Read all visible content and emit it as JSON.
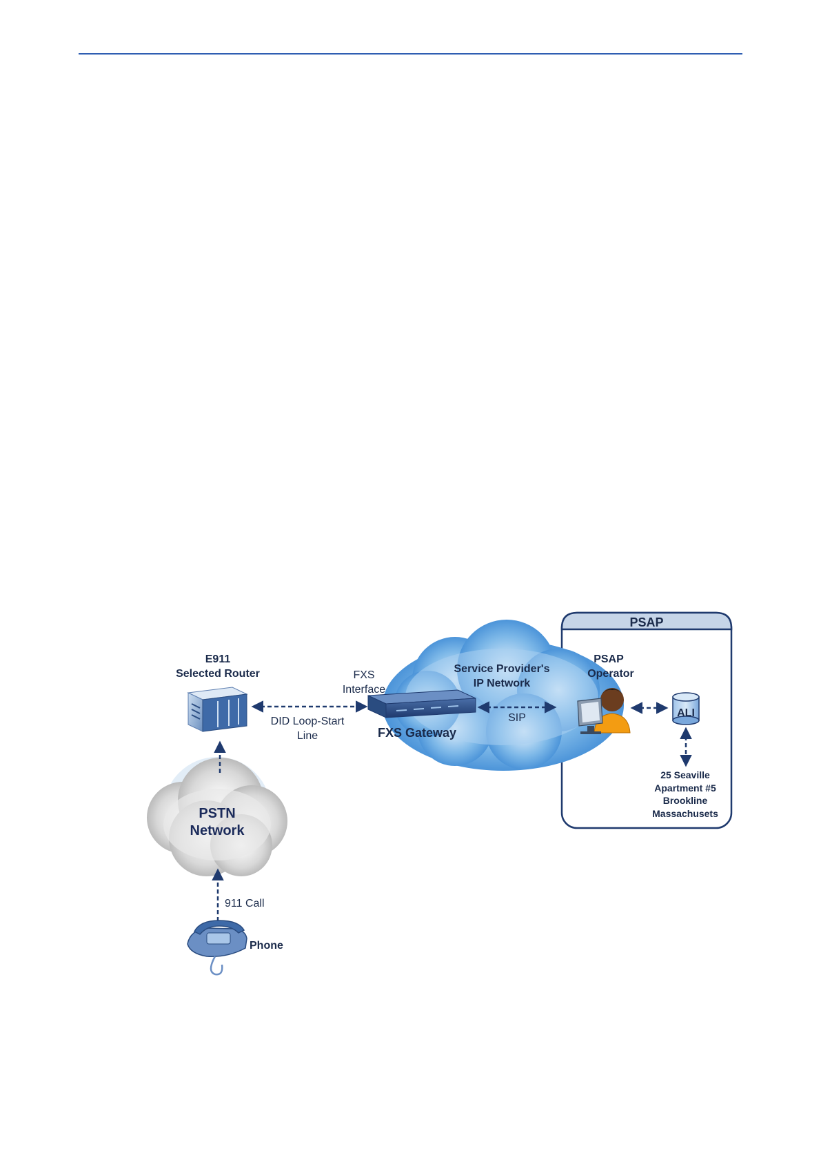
{
  "psap": {
    "title": "PSAP",
    "operator_line1": "PSAP",
    "operator_line2": "Operator",
    "ali": "ALI",
    "address": [
      "25 Seaville",
      "Apartment #5",
      "Brookline",
      "Massachusets"
    ]
  },
  "router": {
    "line1": "E911",
    "line2": "Selected Router"
  },
  "fxs_interface": {
    "line1": "FXS",
    "line2": "Interface"
  },
  "did_line": {
    "line1": "DID Loop-Start",
    "line2": "Line"
  },
  "gateway": {
    "label": "FXS Gateway"
  },
  "ip_network": {
    "line1": "Service Provider's",
    "line2": "IP Network"
  },
  "sip": {
    "label": "SIP"
  },
  "pstn": {
    "line1": "PSTN",
    "line2": "Network"
  },
  "call": {
    "label": "911 Call"
  },
  "phone": {
    "label": "Phone"
  },
  "colors": {
    "rule": "#2f5eb2",
    "arrow": "#1f3a6e",
    "psap_border": "#1f3a6e",
    "psap_header": "#c6d5e8"
  }
}
